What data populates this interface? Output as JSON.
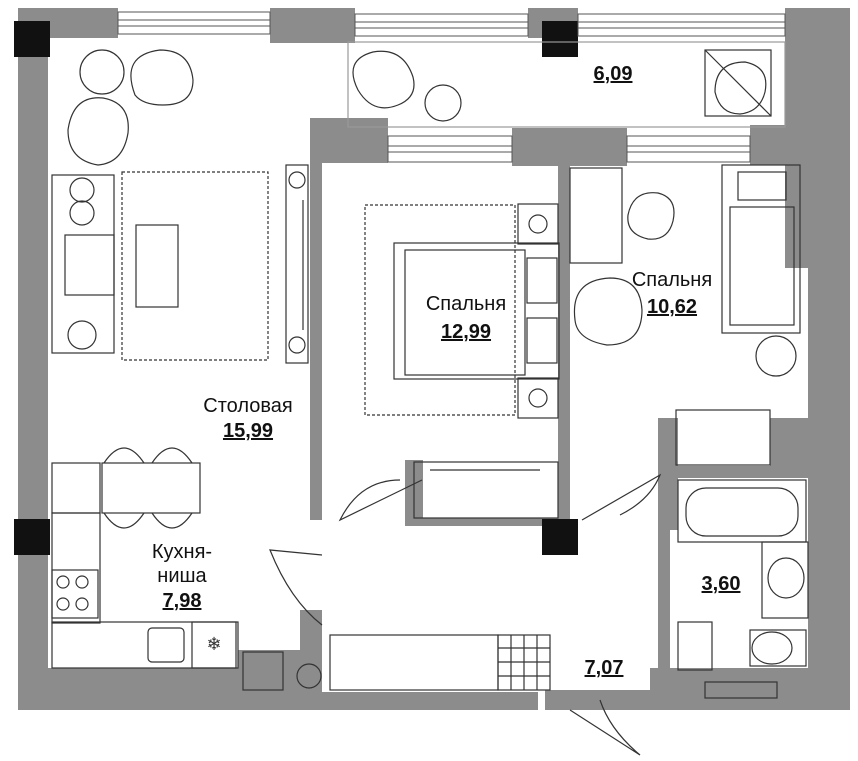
{
  "rooms": {
    "living": {
      "name": "Столовая",
      "area": "15,99"
    },
    "bedroom_main": {
      "name": "Спальня",
      "area": "12,99"
    },
    "bedroom_second": {
      "name": "Спальня",
      "area": "10,62"
    },
    "kitchen": {
      "name_line1": "Кухня-",
      "name_line2": "ниша",
      "area": "7,98"
    },
    "balcony": {
      "area": "6,09"
    },
    "bathroom": {
      "area": "3,60"
    },
    "hall": {
      "area": "7,07"
    }
  },
  "colors": {
    "wall": "#8c8c8c",
    "column": "#111111",
    "furniture_line": "#333333",
    "floor": "#ffffff"
  }
}
